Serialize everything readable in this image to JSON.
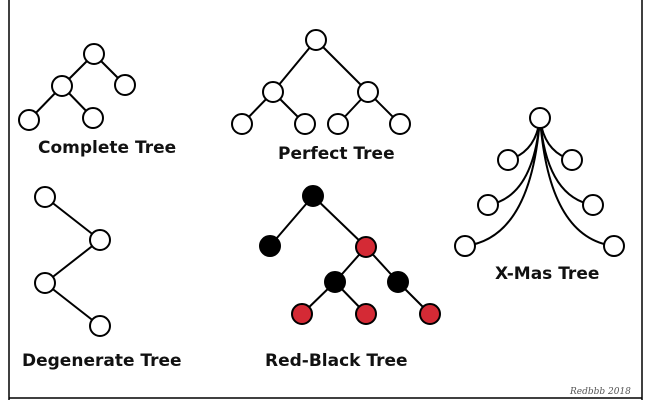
{
  "colors": {
    "node_empty": "#ffffff",
    "node_black": "#000000",
    "node_red": "#d42a35",
    "stroke": "#000000"
  },
  "diagrams": [
    {
      "id": "complete",
      "label": "Complete Tree",
      "nodes": [
        {
          "id": "root",
          "color": "empty"
        },
        {
          "id": "l",
          "color": "empty"
        },
        {
          "id": "r",
          "color": "empty"
        },
        {
          "id": "ll",
          "color": "empty"
        },
        {
          "id": "lr",
          "color": "empty"
        }
      ],
      "edges": [
        [
          "root",
          "l"
        ],
        [
          "root",
          "r"
        ],
        [
          "l",
          "ll"
        ],
        [
          "l",
          "lr"
        ]
      ]
    },
    {
      "id": "perfect",
      "label": "Perfect Tree",
      "nodes": [
        {
          "id": "root",
          "color": "empty"
        },
        {
          "id": "l",
          "color": "empty"
        },
        {
          "id": "r",
          "color": "empty"
        },
        {
          "id": "ll",
          "color": "empty"
        },
        {
          "id": "lr",
          "color": "empty"
        },
        {
          "id": "rl",
          "color": "empty"
        },
        {
          "id": "rr",
          "color": "empty"
        }
      ],
      "edges": [
        [
          "root",
          "l"
        ],
        [
          "root",
          "r"
        ],
        [
          "l",
          "ll"
        ],
        [
          "l",
          "lr"
        ],
        [
          "r",
          "rl"
        ],
        [
          "r",
          "rr"
        ]
      ]
    },
    {
      "id": "xmas",
      "label": "X-Mas Tree",
      "nodes": [
        {
          "id": "top",
          "color": "empty"
        },
        {
          "id": "a1",
          "color": "empty"
        },
        {
          "id": "a2",
          "color": "empty"
        },
        {
          "id": "b1",
          "color": "empty"
        },
        {
          "id": "b2",
          "color": "empty"
        },
        {
          "id": "c1",
          "color": "empty"
        },
        {
          "id": "c2",
          "color": "empty"
        }
      ],
      "edges": [
        [
          "top",
          "a1"
        ],
        [
          "top",
          "a2"
        ],
        [
          "top",
          "b1"
        ],
        [
          "top",
          "b2"
        ],
        [
          "top",
          "c1"
        ],
        [
          "top",
          "c2"
        ]
      ]
    },
    {
      "id": "degenerate",
      "label": "Degenerate Tree",
      "nodes": [
        {
          "id": "n1",
          "color": "empty"
        },
        {
          "id": "n2",
          "color": "empty"
        },
        {
          "id": "n3",
          "color": "empty"
        },
        {
          "id": "n4",
          "color": "empty"
        }
      ],
      "edges": [
        [
          "n1",
          "n2"
        ],
        [
          "n2",
          "n3"
        ],
        [
          "n3",
          "n4"
        ]
      ]
    },
    {
      "id": "redblack",
      "label": "Red-Black Tree",
      "nodes": [
        {
          "id": "root",
          "color": "black"
        },
        {
          "id": "l",
          "color": "black"
        },
        {
          "id": "r",
          "color": "red"
        },
        {
          "id": "rl",
          "color": "black"
        },
        {
          "id": "rr",
          "color": "black"
        },
        {
          "id": "rll",
          "color": "red"
        },
        {
          "id": "rlr",
          "color": "red"
        },
        {
          "id": "rrr",
          "color": "red"
        }
      ],
      "edges": [
        [
          "root",
          "l"
        ],
        [
          "root",
          "r"
        ],
        [
          "r",
          "rl"
        ],
        [
          "r",
          "rr"
        ],
        [
          "rl",
          "rll"
        ],
        [
          "rl",
          "rlr"
        ],
        [
          "rr",
          "rrr"
        ]
      ]
    }
  ],
  "signature": "Redbbb 2018"
}
